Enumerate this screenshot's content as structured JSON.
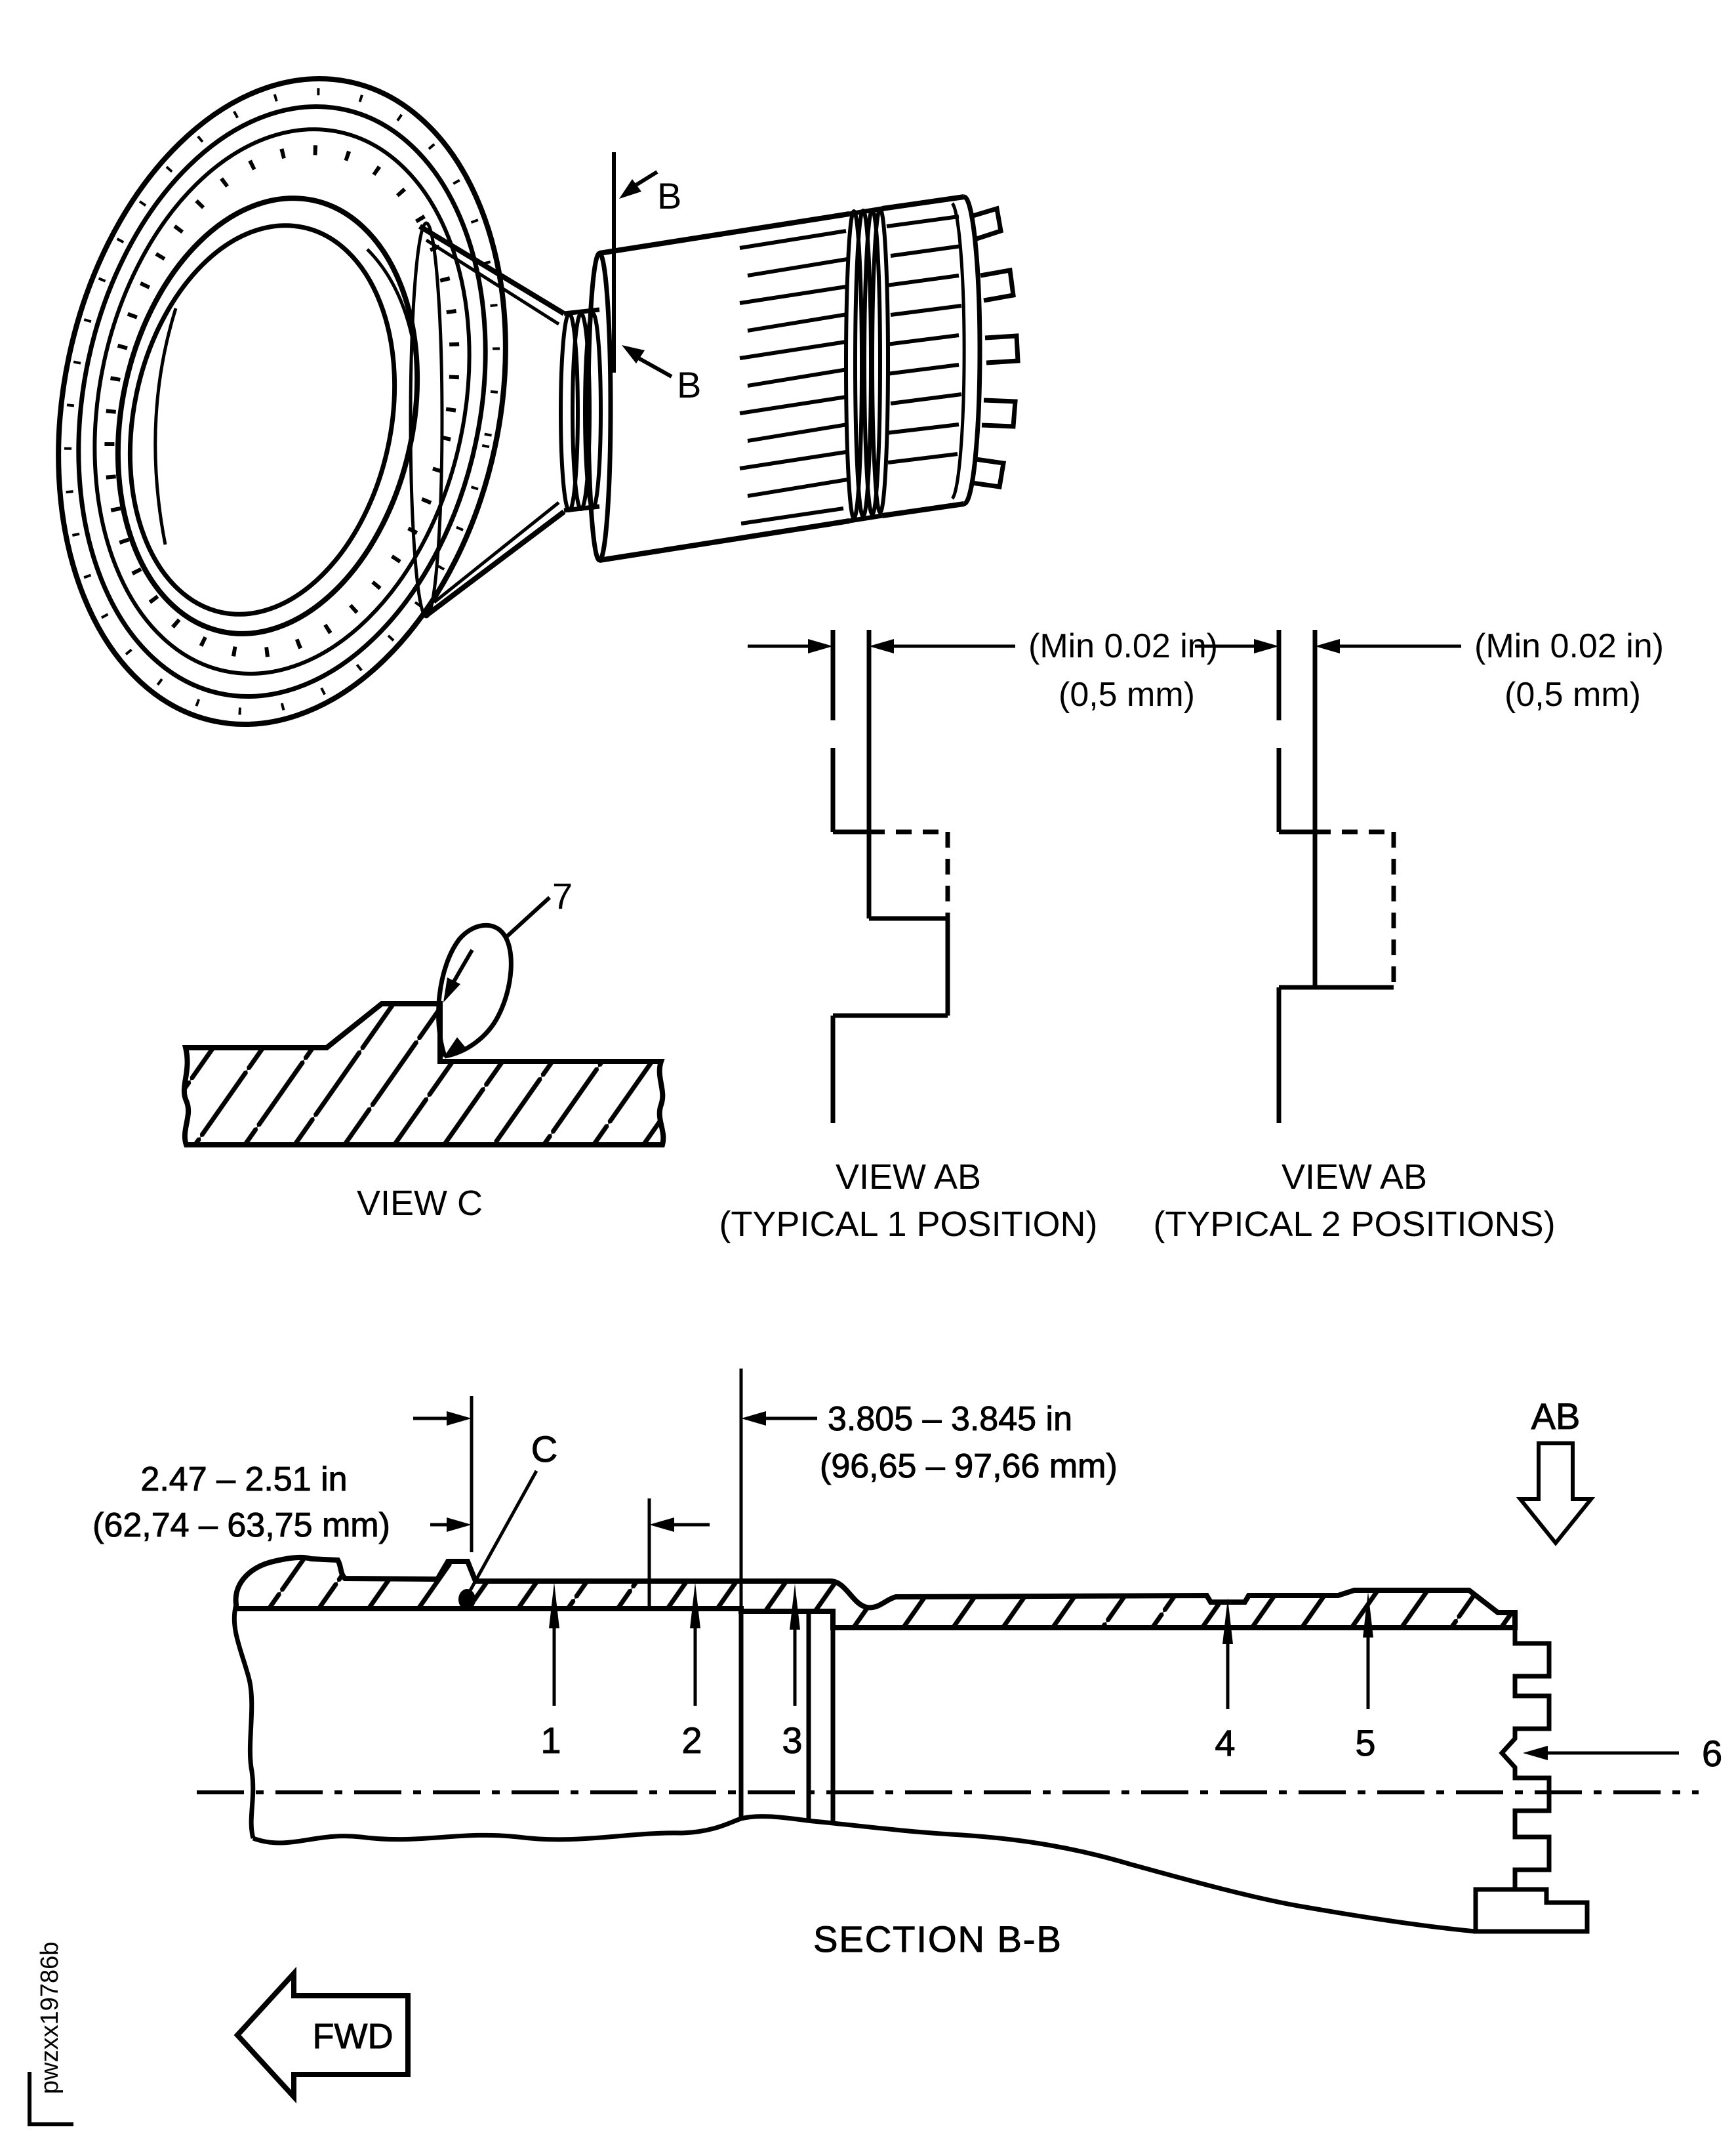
{
  "page": {
    "background": "#ffffff",
    "ink": "#000000"
  },
  "isometric": {
    "section_arrow_top": "B",
    "section_arrow_bottom": "B"
  },
  "view_c": {
    "title": "VIEW C",
    "callout_7": "7"
  },
  "view_ab_1": {
    "title": "VIEW AB",
    "subtitle": "(TYPICAL 1 POSITION)",
    "gap_dim_in": "(Min 0.02 in)",
    "gap_dim_mm": "(0,5 mm)"
  },
  "view_ab_2": {
    "title": "VIEW AB",
    "subtitle": "(TYPICAL 2 POSITIONS)",
    "gap_dim_in": "(Min 0.02 in)",
    "gap_dim_mm": "(0,5 mm)"
  },
  "section_bb": {
    "title": "SECTION B-B",
    "detail_c_label": "C",
    "ab_view_arrow": "AB",
    "fwd_label": "FWD",
    "dim_1_in": "2.47 – 2.51 in",
    "dim_1_mm": "(62,74 – 63,75 mm)",
    "dim_2_in": "3.805 – 3.845 in",
    "dim_2_mm": "(96,65 – 97,66 mm)",
    "callout_1": "1",
    "callout_2": "2",
    "callout_3": "3",
    "callout_4": "4",
    "callout_5": "5",
    "callout_6": "6"
  },
  "doc_code": "pwzxx19786b"
}
